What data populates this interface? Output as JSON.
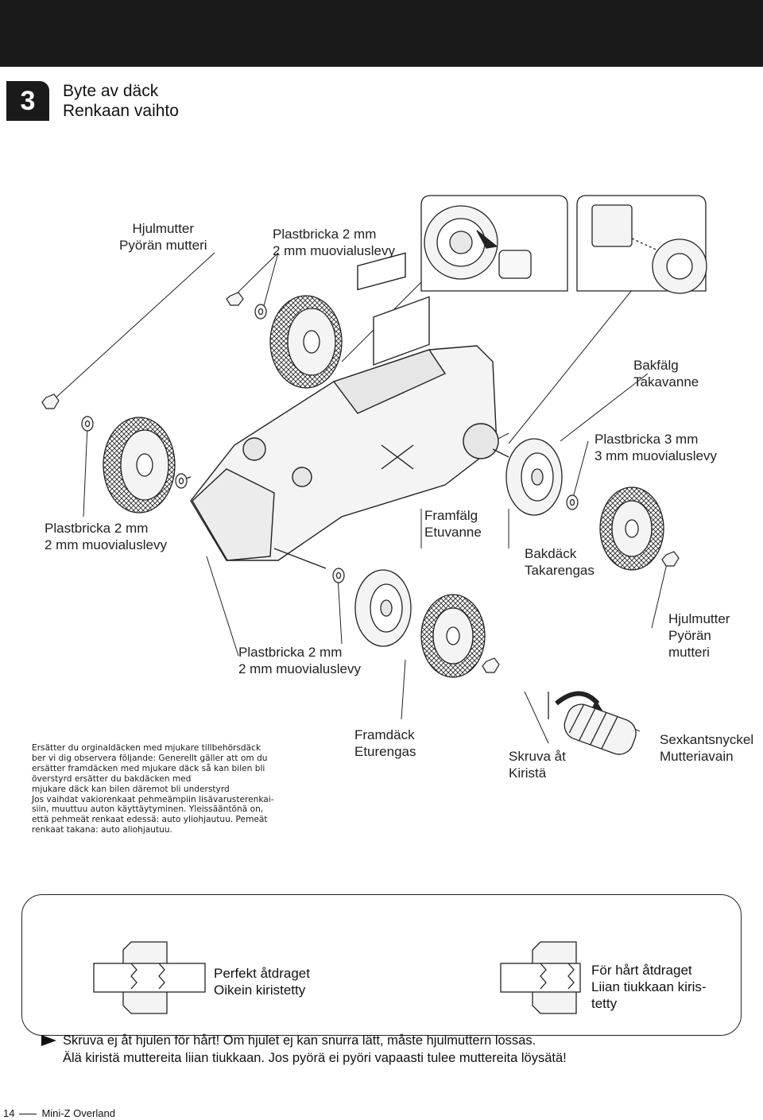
{
  "header": {
    "step_number": "3",
    "title_sv": "Byte av däck",
    "title_fi": "Renkaan vaihto"
  },
  "labels": {
    "hjulmutter_left": [
      "Hjulmutter",
      "Pyörän mutteri"
    ],
    "plastbricka_top": [
      "Plastbricka 2 mm",
      "2 mm muovialuslevy"
    ],
    "bakfalg": [
      "Bakfälg",
      "Takavanne"
    ],
    "plastbricka_3mm": [
      "Plastbricka 3 mm",
      "3 mm muovialuslevy"
    ],
    "plastbricka_left": [
      "Plastbricka 2 mm",
      "2 mm muovialuslevy"
    ],
    "framfalg": [
      "Framfälg",
      "Etuvanne"
    ],
    "bakdack": [
      "Bakdäck",
      "Takarengas"
    ],
    "hjulmutter_right": [
      "Hjulmutter",
      "Pyörän",
      "mutteri"
    ],
    "plastbricka_bottom": [
      "Plastbricka 2 mm",
      "2 mm muovialuslevy"
    ],
    "framdack": [
      "Framdäck",
      "Eturengas"
    ],
    "skruva_at": [
      "Skruva åt",
      "Kiristä"
    ],
    "sexkantsnyckel": [
      "Sexkantsnyckel",
      "Mutteriavain"
    ]
  },
  "note_lines": [
    "Ersätter du orginaldäcken med mjukare tillbehörsdäck",
    "ber vi dig observera följande: Generellt gäller att om du",
    "ersätter framdäcken med mjukare däck så kan bilen bli",
    "överstyrd ersätter du bakdäcken med",
    "mjukare däck kan bilen däremot bli understyrd",
    "Jos vaihdat vakiorenkaat pehmeämpiin lisävarusterenkai-",
    "siin, muuttuu auton käyttäytyminen. Yleissääntönä on,",
    "että pehmeät renkaat edessä: auto yliohjautuu. Pemeät",
    "renkaat takana: auto aliohjautuu."
  ],
  "tightening": {
    "perfect": [
      "Perfekt åtdraget",
      "Oikein kiristetty"
    ],
    "too_tight": [
      "För hårt åtdraget",
      "Liian tiukkaan kiris-",
      "tetty"
    ]
  },
  "warning": {
    "line1": "Skruva ej åt hjulen för hårt! Om hjulet ej kan snurra lätt, måste hjulmuttern lossas.",
    "line2": "Älä kiristä muttereita liian tiukkaan. Jos pyörä ei pyöri vapaasti tulee muttereita löysätä!"
  },
  "footer": {
    "page_number": "14",
    "product": "Mini-Z Overland"
  },
  "colors": {
    "ink": "#1a1a1a",
    "paper": "#ffffff",
    "part_fill": "#f2f2f2"
  }
}
